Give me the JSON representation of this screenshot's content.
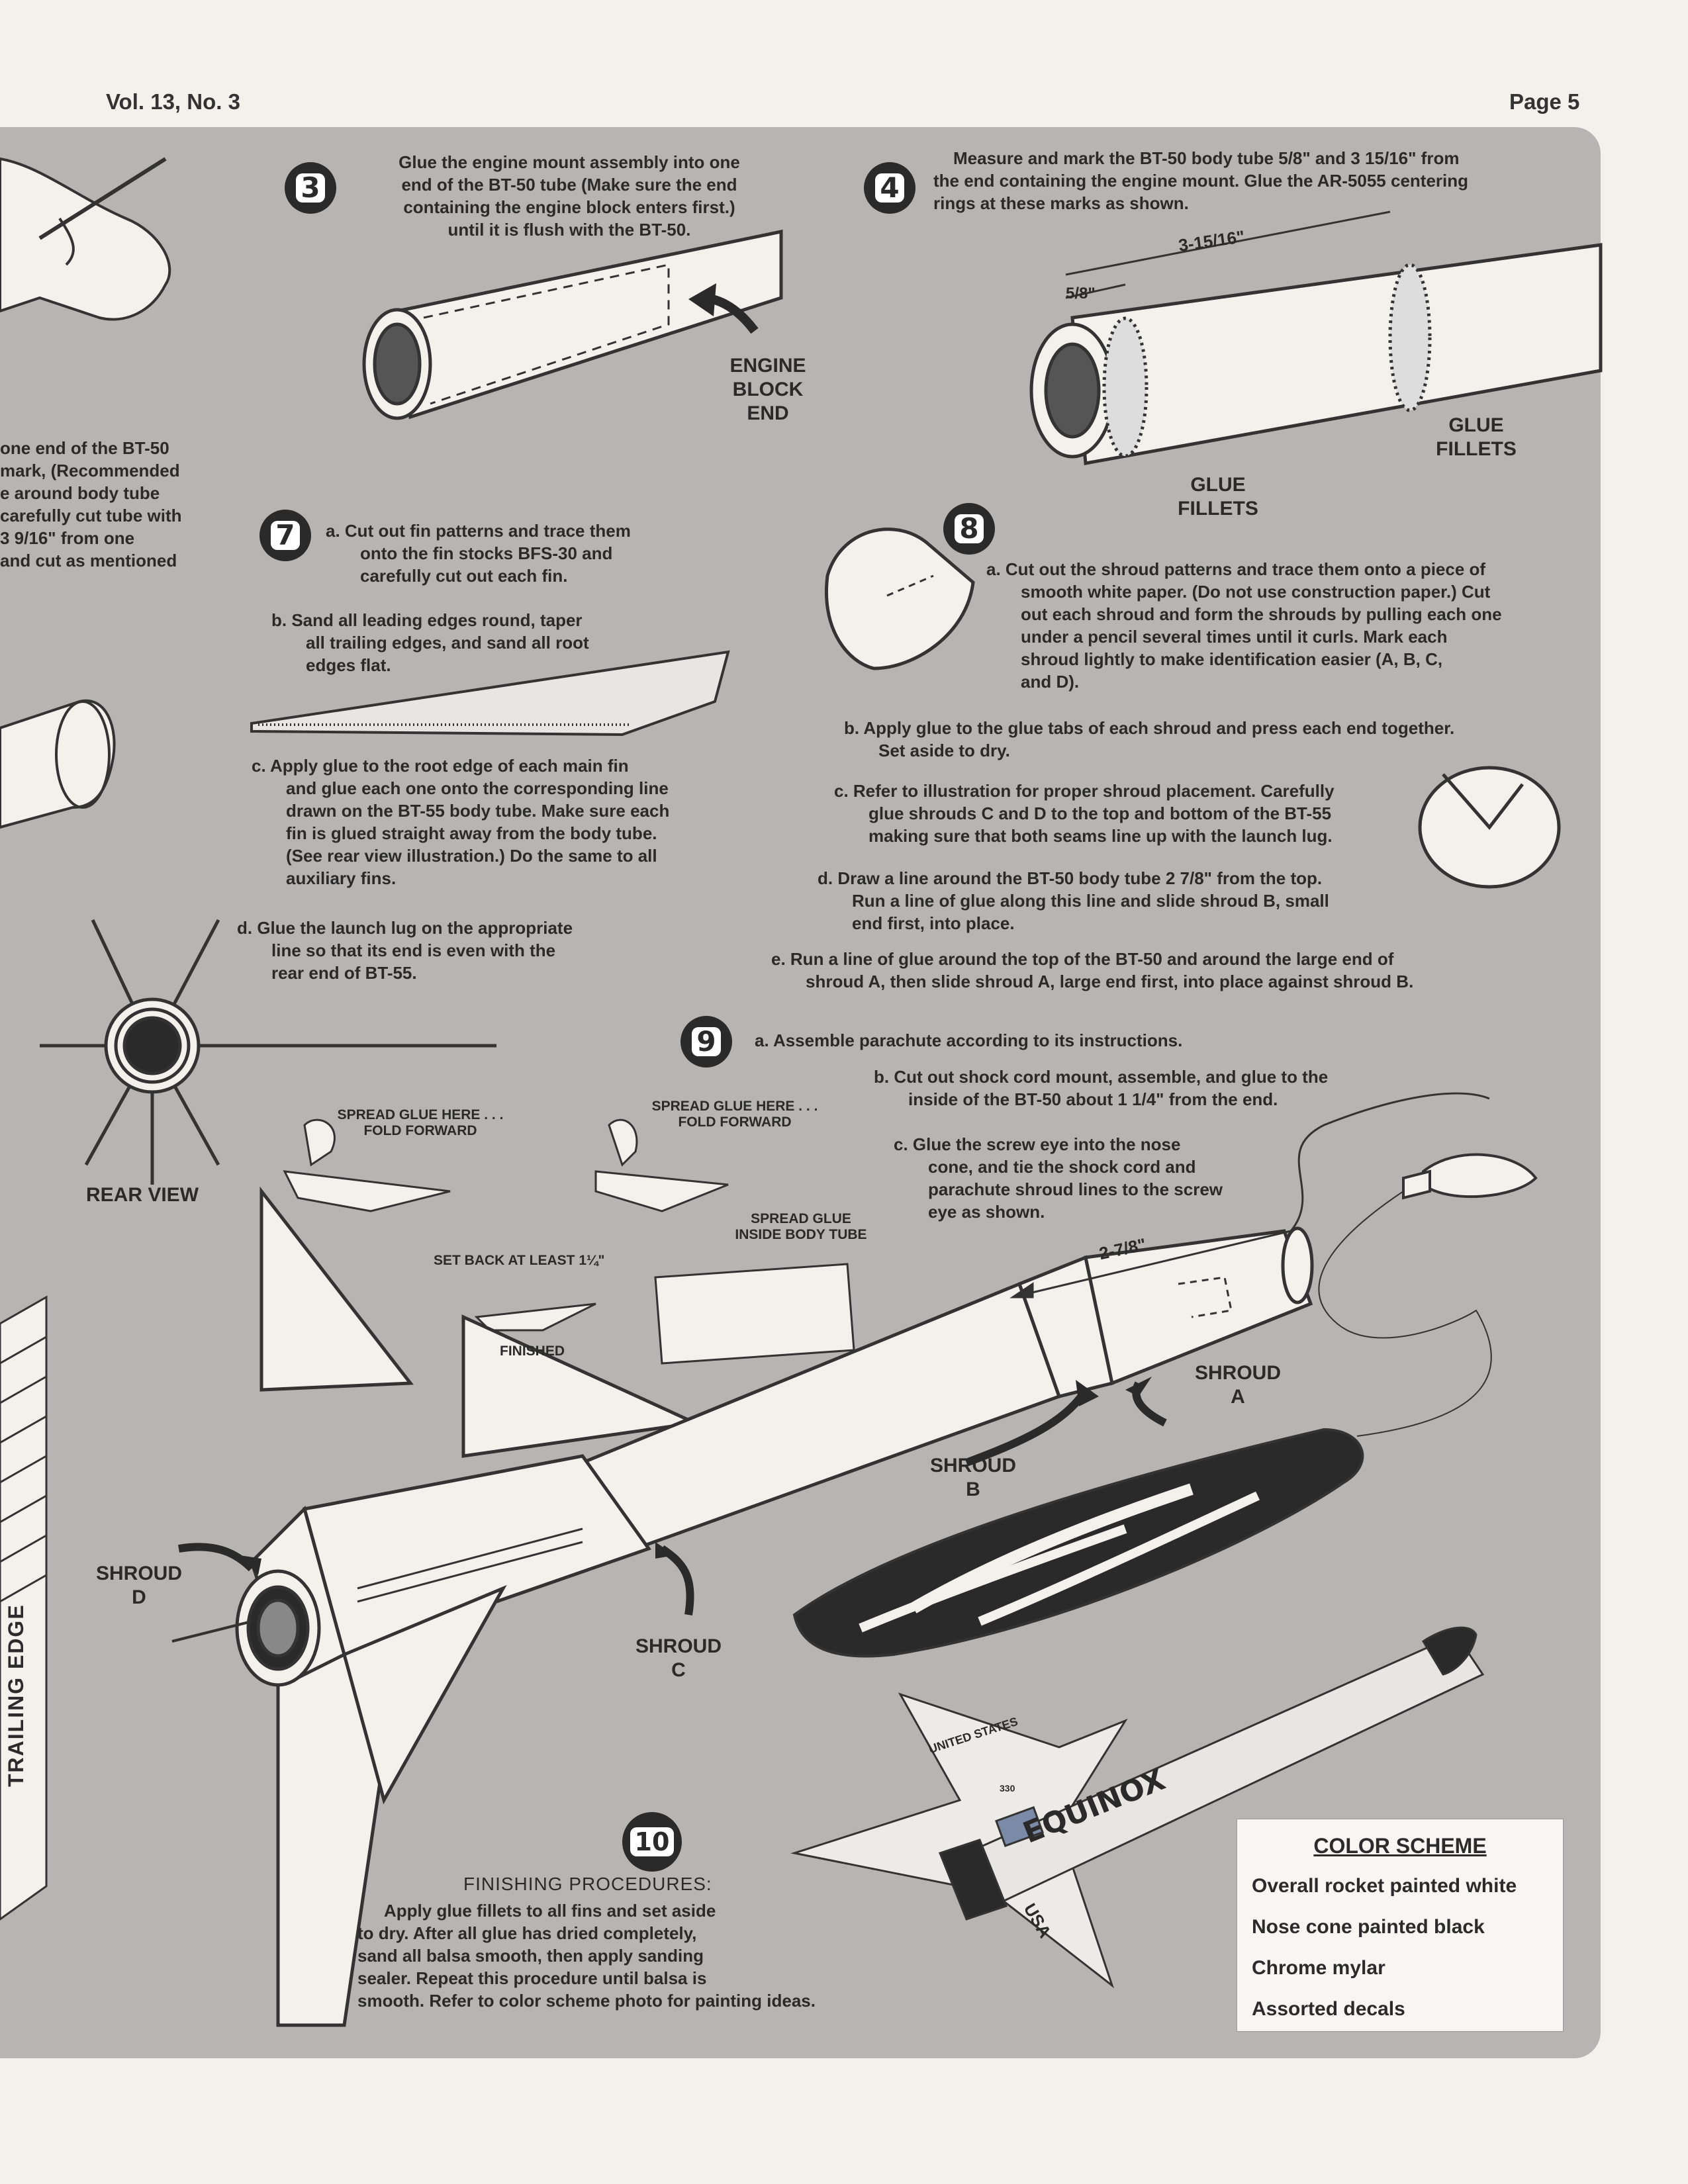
{
  "header": {
    "volume": "Vol. 13, No. 3",
    "page": "Page 5"
  },
  "left_fragment": {
    "lines": [
      "one end of the BT-50",
      "mark, (Recommended",
      "e around body tube",
      "carefully cut tube with",
      "3 9/16\" from one",
      "and cut as mentioned"
    ],
    "rear_view_label": "REAR VIEW",
    "trailing_edge_label": "TRAILING EDGE"
  },
  "step3": {
    "number": "3",
    "text": [
      "Glue the engine mount assembly into one",
      "end of the BT-50 tube (Make sure the end",
      "containing the engine block enters first.)",
      "until it is flush with the BT-50."
    ],
    "callout": [
      "ENGINE",
      "BLOCK",
      "END"
    ]
  },
  "step4": {
    "number": "4",
    "text": [
      "Measure and mark the BT-50 body tube 5/8\" and 3 15/16\" from",
      "the end containing the engine mount.  Glue the AR-5055 centering",
      "rings at these marks as shown."
    ],
    "dimension_long": "3-15/16\"",
    "dimension_short": "5/8\"",
    "fillets_left": [
      "GLUE",
      "FILLETS"
    ],
    "fillets_right": [
      "GLUE",
      "FILLETS"
    ]
  },
  "step7": {
    "number": "7",
    "a": [
      "a.  Cut out fin patterns and trace them",
      "onto the fin stocks BFS-30 and",
      "carefully cut out each fin."
    ],
    "b": [
      "b.  Sand all leading edges round, taper",
      "all trailing edges, and sand all root",
      "edges flat."
    ],
    "c": [
      "c.  Apply glue to the root edge of each main fin",
      "and glue each one onto the corresponding line",
      "drawn on the BT-55 body tube.  Make sure each",
      "fin is glued straight away from the body tube.",
      "(See rear view illustration.)  Do the same to all",
      "auxiliary fins."
    ],
    "d": [
      "d.  Glue the launch lug on the appropriate",
      "line so that its end is even with the",
      "rear end of BT-55."
    ]
  },
  "step8": {
    "number": "8",
    "a": [
      "a.  Cut out the shroud patterns and trace them onto a piece of",
      "smooth white paper.  (Do not use construction paper.) Cut",
      "out each shroud and form the shrouds by pulling each one",
      "under a  pencil several times until it curls.  Mark each",
      "shroud lightly to make identification easier (A, B, C,",
      "and D)."
    ],
    "b": [
      "b.  Apply glue to the glue tabs of each shroud and press each end together.",
      "Set aside to dry."
    ],
    "c": [
      "c.  Refer to illustration for proper shroud placement. Carefully",
      "glue shrouds C and D to the top and bottom of the BT-55",
      "making sure that both seams line up with the launch lug."
    ],
    "d": [
      "d.  Draw a line around the BT-50 body tube 2 7/8\" from the top.",
      "Run a line of glue along this line and slide shroud B, small",
      "end first, into place."
    ],
    "e": [
      "e.  Run a line of glue around the top of the BT-50 and around the large end of",
      "shroud A, then slide shroud A, large end first, into place against shroud B."
    ]
  },
  "step9": {
    "number": "9",
    "a": "a.  Assemble parachute according to its instructions.",
    "b": [
      "b.  Cut out shock cord mount, assemble, and glue to the",
      "inside of the  BT-50 about 1 1/4\" from the end."
    ],
    "c": [
      "c.  Glue the screw eye into the nose",
      "cone, and tie the shock cord and",
      "parachute shroud lines to the screw",
      "eye as shown."
    ]
  },
  "diagram_labels": {
    "spread_glue_1": [
      "SPREAD GLUE HERE . . .",
      "FOLD FORWARD"
    ],
    "spread_glue_2": [
      "SPREAD GLUE HERE . . .",
      "FOLD FORWARD"
    ],
    "spread_glue_inside": [
      "SPREAD GLUE",
      "INSIDE BODY TUBE"
    ],
    "set_back": "SET BACK AT LEAST 1¼\"",
    "finished": "FINISHED",
    "dimension_278": "2-7/8\"",
    "shroud_a": [
      "SHROUD",
      "A"
    ],
    "shroud_b": [
      "SHROUD",
      "B"
    ],
    "shroud_c": [
      "SHROUD",
      "C"
    ],
    "shroud_d": [
      "SHROUD",
      "D"
    ]
  },
  "step10": {
    "number": "10",
    "title": "FINISHING PROCEDURES:",
    "text": [
      "Apply glue fillets to all fins and set aside",
      "to dry.  After all glue has dried completely,",
      "sand all balsa smooth, then apply sanding",
      "sealer.  Repeat this procedure until balsa is",
      "smooth. Refer to color scheme photo for painting ideas."
    ]
  },
  "photo_text": {
    "united_states": "UNITED STATES",
    "model_name": "EQUINOX",
    "usa": "USA",
    "code": "330"
  },
  "color_scheme": {
    "title": "COLOR SCHEME",
    "items": [
      "Overall rocket painted white",
      "Nose cone painted black",
      "Chrome mylar",
      "Assorted decals"
    ]
  }
}
